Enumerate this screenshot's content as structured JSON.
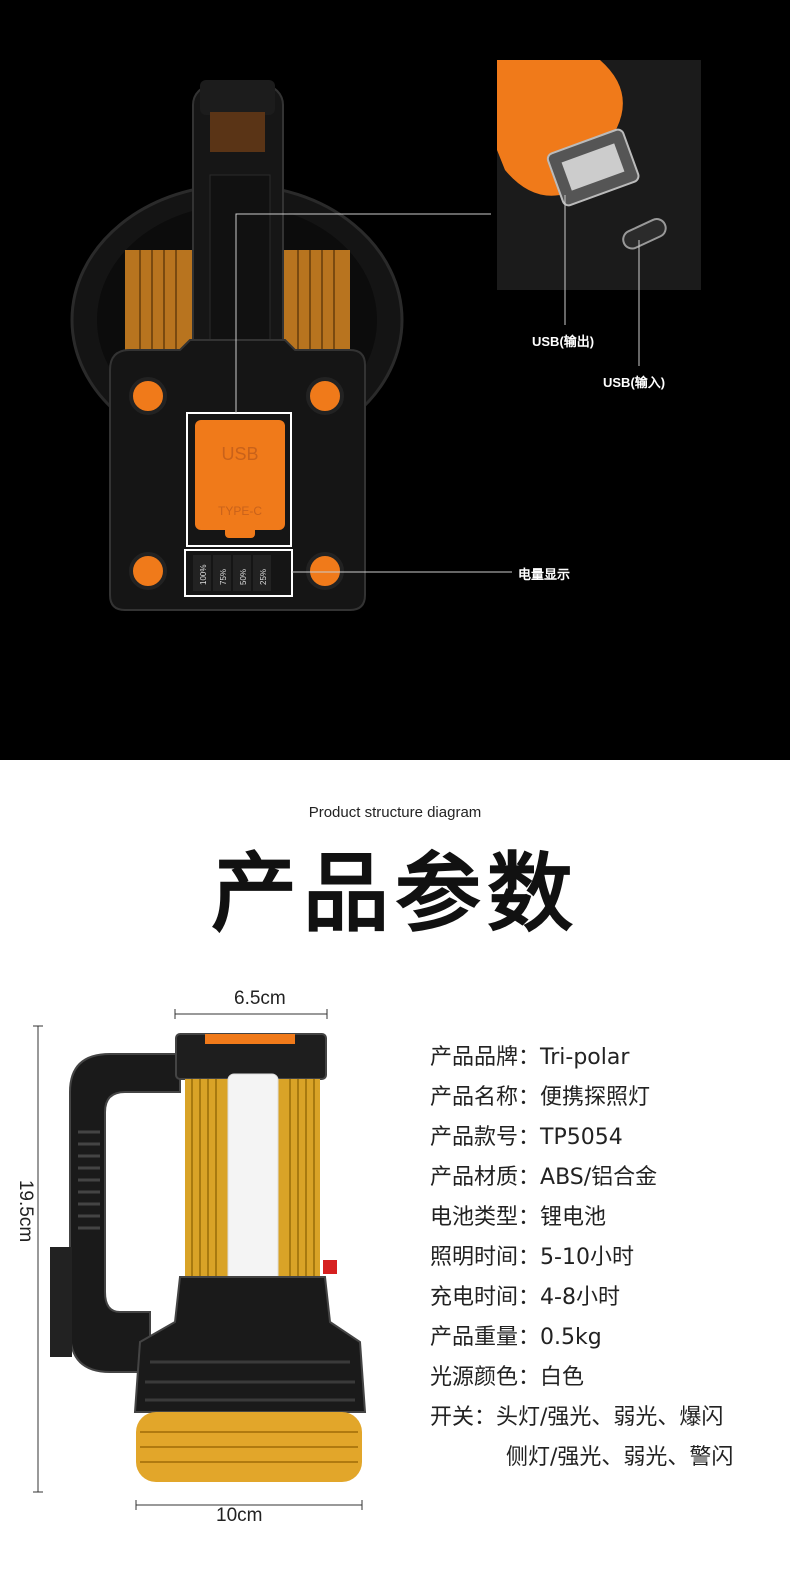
{
  "callouts": {
    "usb_out": "USB(输出)",
    "usb_in": "USB(输入)",
    "battery_display": "电量显示",
    "battery_levels": [
      "100%",
      "75%",
      "50%",
      "25%"
    ],
    "port_usb_text": "USB",
    "port_typec_text": "TYPE-C"
  },
  "section": {
    "subtitle": "Product structure diagram",
    "title": "产品参数"
  },
  "dimensions": {
    "width_top": "6.5cm",
    "height": "19.5cm",
    "width_bottom": "10cm"
  },
  "specs": [
    {
      "label": "产品品牌：",
      "value": "Tri-polar"
    },
    {
      "label": "产品名称：",
      "value": "便携探照灯"
    },
    {
      "label": "产品款号：",
      "value": "TP5054"
    },
    {
      "label": "产品材质：",
      "value": "ABS/铝合金"
    },
    {
      "label": "电池类型：",
      "value": "锂电池"
    },
    {
      "label": "照明时间：",
      "value": "5-10小时"
    },
    {
      "label": "充电时间：",
      "value": "4-8小时"
    },
    {
      "label": "产品重量：",
      "value": "0.5kg"
    },
    {
      "label": "光源颜色：",
      "value": "白色"
    },
    {
      "label": "开关：",
      "value": "头灯/强光、弱光、爆闪"
    },
    {
      "label": "",
      "value": "侧灯/强光、弱光、警闪"
    }
  ],
  "colors": {
    "accent_orange": "#f07a1a",
    "gold": "#d9a327",
    "background_dark": "#000000"
  }
}
